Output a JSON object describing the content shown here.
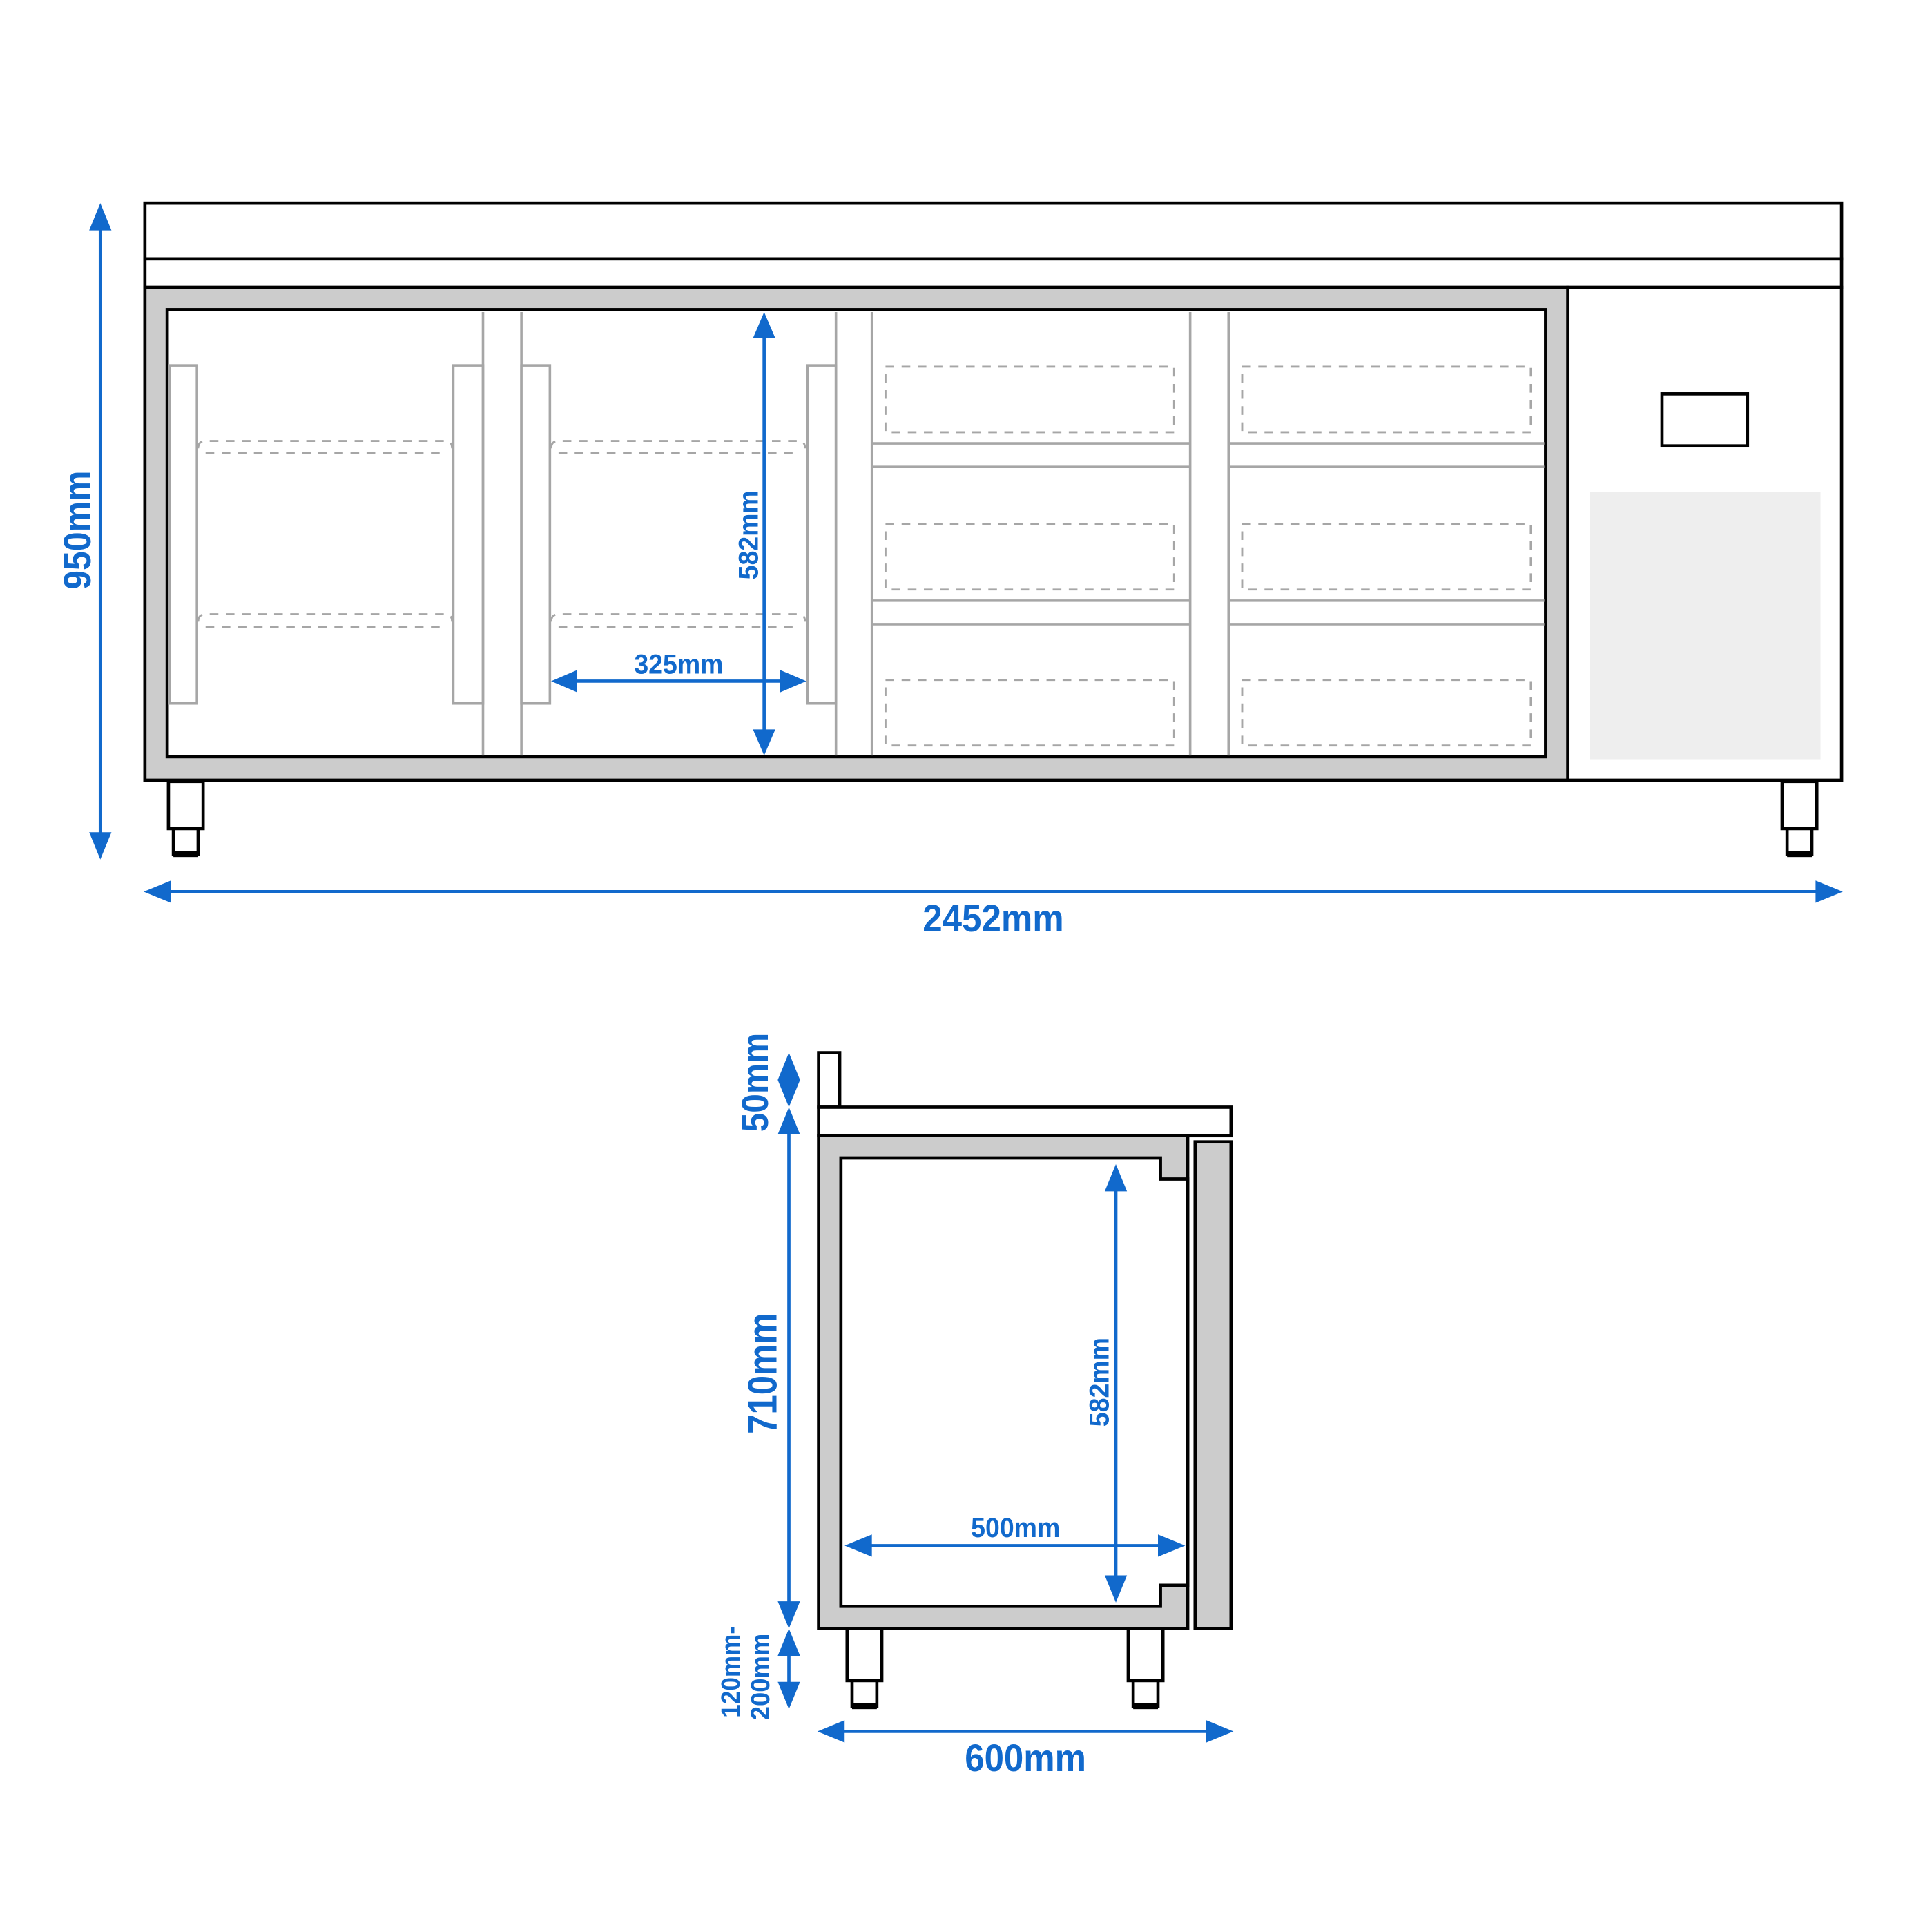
{
  "title": "Refrigerated counter technical drawing",
  "colors": {
    "dimension": "#1169cc",
    "frame": "#cccccc",
    "outline": "#000000",
    "interior_lines": "#a6a6a6",
    "vent": "#eeeeee"
  },
  "front_view": {
    "overall_height": "950mm",
    "overall_width": "2452mm",
    "interior_height": "582mm",
    "interior_width": "325mm",
    "glass_door_sections": 2,
    "drawer_columns": 2,
    "drawer_rows": 3
  },
  "side_view": {
    "upstand_height": "50mm",
    "body_height": "710mm",
    "leg_height_range_line1": "120mm-",
    "leg_height_range_line2": "200mm",
    "interior_height": "582mm",
    "interior_depth": "500mm",
    "overall_depth": "600mm"
  }
}
